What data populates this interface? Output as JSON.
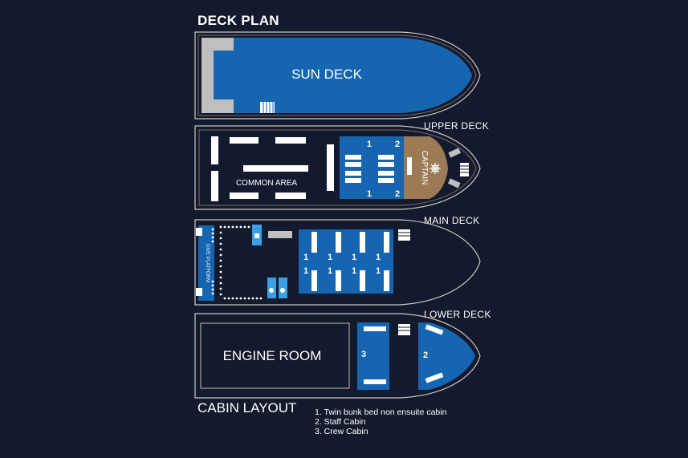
{
  "title": "DECK PLAN",
  "decks": {
    "sun": {
      "name": "SUN DECK"
    },
    "upper": {
      "label": "UPPER DECK",
      "area": "COMMON AREA",
      "captain": "CAPTAIN",
      "cabins": [
        "1",
        "2",
        "1",
        "2"
      ]
    },
    "main": {
      "label": "MAIN DECK",
      "platform": "DIVE PLATFORM",
      "cabins": [
        "1",
        "1",
        "1",
        "1",
        "1",
        "1",
        "1",
        "1"
      ]
    },
    "lower": {
      "label": "LOWER DECK",
      "engine": "ENGINE ROOM",
      "cabins": [
        "3",
        "2"
      ]
    }
  },
  "legend": {
    "heading": "CABIN LAYOUT",
    "items": [
      "1. Twin bunk bed non ensuite cabin",
      "2. Staff Cabin",
      "3. Crew Cabin"
    ]
  },
  "colors": {
    "background": "#141a2e",
    "cabin": "#1565b0",
    "captain": "#9c7a55",
    "hull": "#cfc8c0"
  }
}
